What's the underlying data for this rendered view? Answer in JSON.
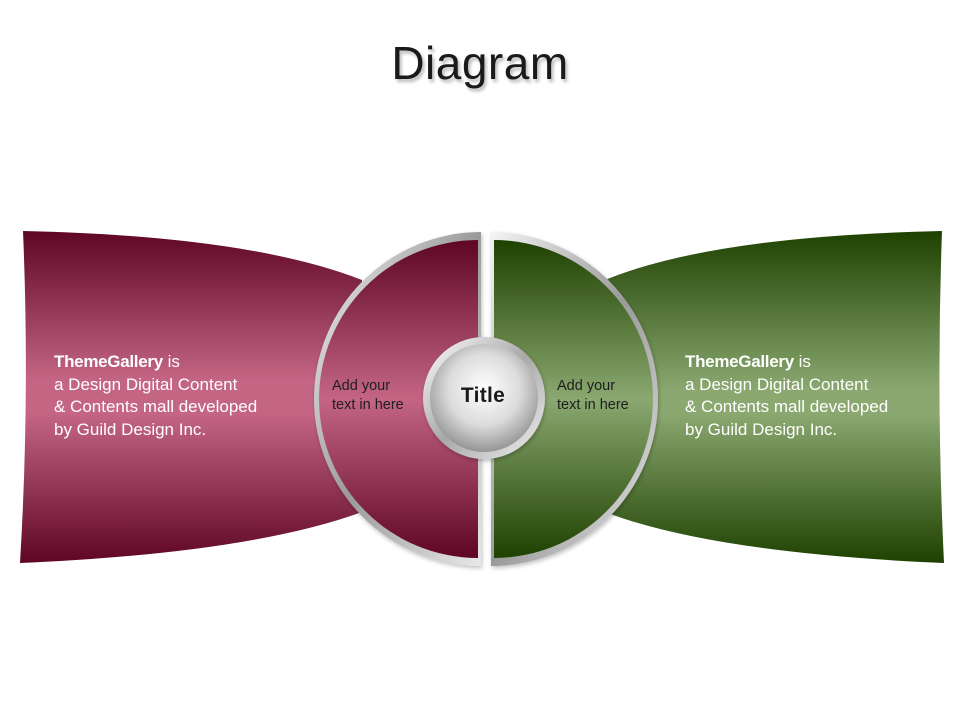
{
  "title": "Diagram",
  "center": {
    "title": "Title"
  },
  "left_half": {
    "line1": "Add your",
    "line2": "text in here"
  },
  "right_half": {
    "line1": "Add your",
    "line2": "text in here"
  },
  "left_wing": {
    "brand": "ThemeGallery",
    "brand_suffix": " is",
    "line2": "a Design Digital Content",
    "line3": "& Contents mall developed",
    "line4": "by Guild Design Inc."
  },
  "right_wing": {
    "brand": "ThemeGallery",
    "brand_suffix": " is",
    "line2": "a Design Digital Content",
    "line3": "& Contents mall developed",
    "line4": "by Guild Design Inc."
  },
  "colors": {
    "left_dark": "#5e0624",
    "left_light": "#c46584",
    "right_dark": "#1e4100",
    "right_light": "#8aa870"
  }
}
